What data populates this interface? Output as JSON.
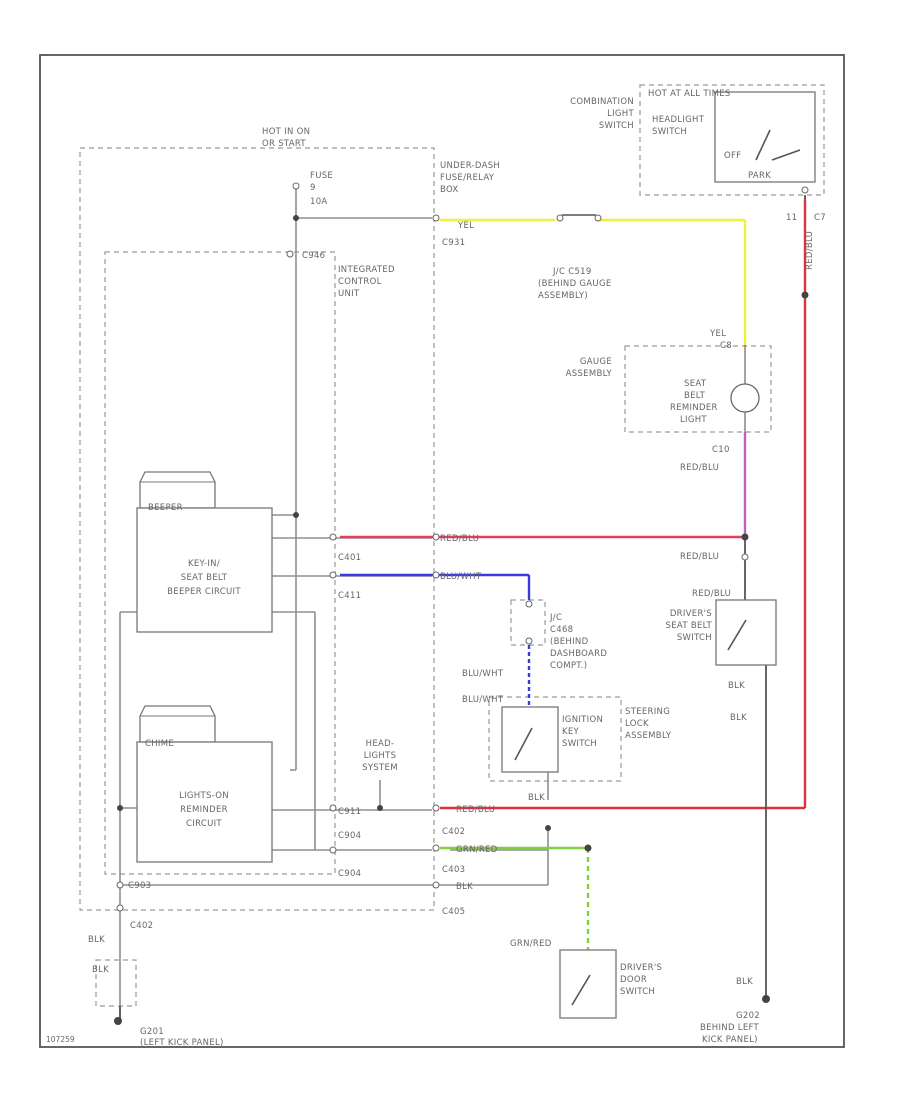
{
  "colors": {
    "yel": "#f0f040",
    "red": "#e03040",
    "pink": "#e04060",
    "blue": "#3a3ae0",
    "violet": "#c060c0",
    "green": "#80d040",
    "blk": "#555555"
  },
  "labels": {
    "hot_all_times": "HOT AT ALL TIMES",
    "combo_switch": [
      "COMBINATION",
      "LIGHT",
      "SWITCH"
    ],
    "headlight_switch": [
      "HEADLIGHT",
      "SWITCH"
    ],
    "off": "OFF",
    "park": "PARK",
    "hot_in_on": [
      "HOT IN ON",
      "OR START"
    ],
    "fuse": [
      "FUSE",
      "9",
      "10A"
    ],
    "under_dash": [
      "UNDER-DASH",
      "FUSE/RELAY",
      "BOX"
    ],
    "yel": "YEL",
    "c931": "C931",
    "icu": [
      "INTEGRATED",
      "CONTROL",
      "UNIT"
    ],
    "c946": "C946",
    "jc": [
      "J/C C519",
      "(BEHIND GAUGE",
      "ASSEMBLY)"
    ],
    "gauge_assembly": [
      "GAUGE",
      "ASSEMBLY"
    ],
    "reminder_lamp": [
      "SEAT",
      "BELT",
      "REMINDER",
      "LIGHT"
    ],
    "yel_c8": [
      "YEL",
      "C8"
    ],
    "c10": "C10",
    "red_blu": "RED/BLU",
    "c7": [
      "11",
      "C7"
    ],
    "red_blu_wire": "RED/BLU",
    "beeper": "BEEPER",
    "beeper_circuit": [
      "KEY-IN/",
      "SEAT BELT",
      "BEEPER CIRCUIT"
    ],
    "c401": "C401",
    "c411": "C411",
    "blu_wht": "BLU/WHT",
    "jc2": [
      "J/C",
      "C468",
      "(BEHIND",
      "DASHBOARD",
      "COMPT.)"
    ],
    "red_blu_ds": "RED/BLU",
    "driver_seat_belt": [
      "DRIVER'S",
      "SEAT BELT",
      "SWITCH"
    ],
    "chime": "CHIME",
    "reminder_circuit": [
      "LIGHTS-ON",
      "REMINDER",
      "CIRCUIT"
    ],
    "headlights": [
      "HEAD-",
      "LIGHTS",
      "SYSTEM"
    ],
    "steering_lock": [
      "STEERING",
      "LOCK",
      "ASSEMBLY"
    ],
    "ignition_key": [
      "IGNITION",
      "KEY",
      "SWITCH"
    ],
    "blu_wht2": "BLU/WHT",
    "blk": "BLK",
    "c911": "C911",
    "c904": "C904",
    "c903": "C903",
    "c402": "C402",
    "c403": "C403",
    "c405": "C405",
    "grn_red": "GRN/RED",
    "blk2": "BLK",
    "g201": [
      "G201",
      "(LEFT KICK PANEL)"
    ],
    "g202": [
      "G202",
      "BEHIND LEFT",
      "KICK PANEL)"
    ],
    "driver_door": [
      "DRIVER'S",
      "DOOR",
      "SWITCH"
    ],
    "grn_red2": "GRN/RED",
    "diagram_id": "107259"
  }
}
